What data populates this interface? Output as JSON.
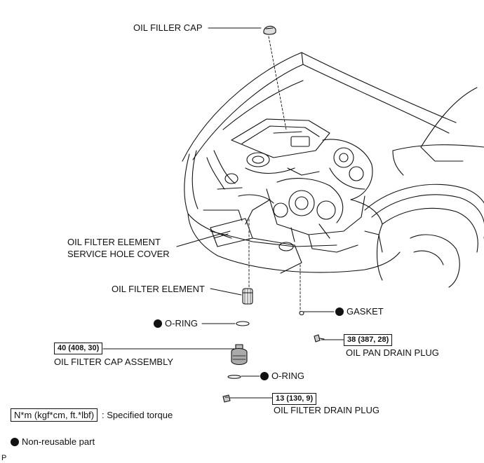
{
  "labels": {
    "oil_filler_cap": "OIL FILLER CAP",
    "service_hole_cover_line1": "OIL FILTER ELEMENT",
    "service_hole_cover_line2": "SERVICE HOLE COVER",
    "oil_filter_element": "OIL FILTER ELEMENT",
    "gasket": "GASKET",
    "o_ring_upper": "O-RING",
    "oil_pan_drain_plug": "OIL PAN DRAIN PLUG",
    "oil_filter_cap_assembly": "OIL FILTER CAP ASSEMBLY",
    "o_ring_lower": "O-RING",
    "oil_filter_drain_plug": "OIL FILTER DRAIN PLUG"
  },
  "torques": {
    "oil_filter_cap_assembly": "40 (408, 30)",
    "oil_pan_drain_plug": "38 (387, 28)",
    "oil_filter_drain_plug": "13 (130, 9)"
  },
  "legend": {
    "torque_unit": "N*m (kgf*cm, ft.*lbf)",
    "torque_text": ": Specified torque",
    "non_reusable_text": "Non-reusable part"
  },
  "corner_mark": "P",
  "colors": {
    "ink": "#111111",
    "background": "#ffffff"
  }
}
